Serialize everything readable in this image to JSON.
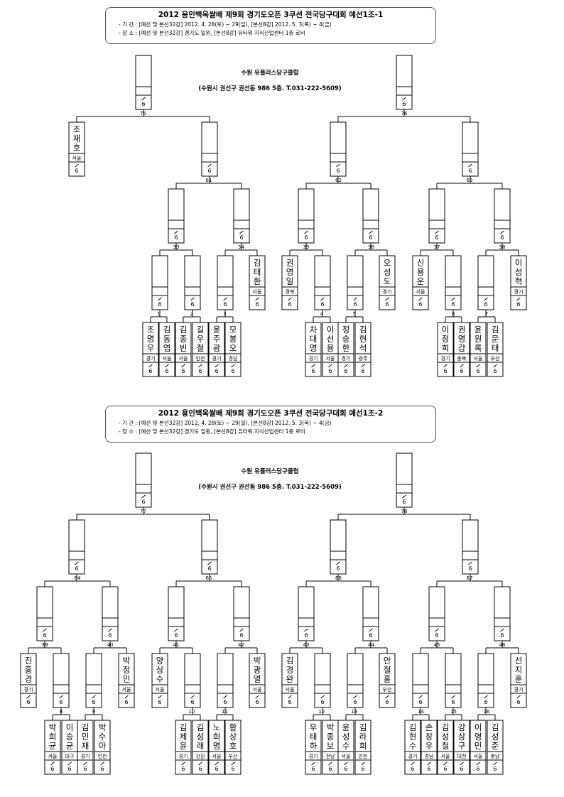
{
  "sections": [
    {
      "title": "2012 용인백옥쌀배 제9회 경기도오픈 3쿠션 전국당구대회 예선1조-1",
      "period": "- 기 간 : [예선 및 본선32강] 2012. 4. 28(토) ~ 29(일), [본선8강] 2012. 5. 3(목) ~ 4(금)",
      "place": "- 장 소 : [예선 및 본선32강] 경기도 일원, [본선8강] 유타워 지식산업센터 1층 로비",
      "venue_name": "수원 유플러스당구클럽",
      "venue_addr": "(수원시 권선구 권선동 986 5층. T.031-222-5609)",
      "matches": [
        "75",
        "76",
        "61",
        "62",
        "63",
        "33",
        "34",
        "35",
        "36",
        "37",
        "38",
        "1",
        "2",
        "3",
        "4",
        "5",
        "6",
        "7"
      ],
      "players": [
        {
          "name": "조재호",
          "region": "서울"
        },
        {
          "name": "김태환",
          "region": "서울"
        },
        {
          "name": "권영일",
          "region": "경북"
        },
        {
          "name": "오성도",
          "region": "경기"
        },
        {
          "name": "신용운",
          "region": "서울"
        },
        {
          "name": "이성혁",
          "region": "경기"
        },
        {
          "name": "조명우",
          "region": "경기"
        },
        {
          "name": "김동엽",
          "region": "서울"
        },
        {
          "name": "김종빈",
          "region": "서울"
        },
        {
          "name": "길우철",
          "region": "인천"
        },
        {
          "name": "윤주광",
          "region": "경기"
        },
        {
          "name": "모봉오",
          "region": "경남"
        },
        {
          "name": "차대명",
          "region": "경기"
        },
        {
          "name": "이선용",
          "region": "서울"
        },
        {
          "name": "정승한",
          "region": "경기"
        },
        {
          "name": "김현석",
          "region": "광주"
        },
        {
          "name": "이정희",
          "region": "경기"
        },
        {
          "name": "권영갑",
          "region": "충북"
        },
        {
          "name": "윤원록",
          "region": "서울"
        },
        {
          "name": "김문태",
          "region": "부산"
        }
      ]
    },
    {
      "title": "2012 용인백옥쌀배 제9회 경기도오픈 3쿠션 전국당구대회 예선1조-2",
      "period": "- 기 간 : [예선 및 본선32강] 2012. 4. 28(토) ~ 29(일), [본선8강] 2012. 5. 3(목) ~ 4(금)",
      "place": "- 장 소 : [예선 및 본선32강] 경기도 일원, [본선8강] 유타워 지식산업센터 1층 로비",
      "venue_name": "수원 유플러스당구클럽",
      "venue_addr": "(수원시 권선구 권선동 986 5층. T.031-222-5609)",
      "matches": [
        "77",
        "78",
        "64",
        "65",
        "66",
        "67",
        "39",
        "40",
        "41",
        "42",
        "43",
        "44",
        "45",
        "46",
        "8",
        "9",
        "10",
        "11",
        "12",
        "13",
        "14",
        "15",
        "16"
      ],
      "players": [
        {
          "name": "진흥경",
          "region": "경기"
        },
        {
          "name": "박정민",
          "region": "서울"
        },
        {
          "name": "양상수",
          "region": "서울"
        },
        {
          "name": "박광열",
          "region": "서울"
        },
        {
          "name": "김경완",
          "region": "서울"
        },
        {
          "name": "안철홍",
          "region": "부산"
        },
        {
          "name": "선지훈",
          "region": "경기"
        },
        {
          "name": "박희균",
          "region": "서울"
        },
        {
          "name": "이승균",
          "region": "대구"
        },
        {
          "name": "김민재",
          "region": "경기"
        },
        {
          "name": "박수아",
          "region": "인천"
        },
        {
          "name": "김제윤",
          "region": "경기"
        },
        {
          "name": "김성래",
          "region": "강원"
        },
        {
          "name": "노희명",
          "region": "서울"
        },
        {
          "name": "황상호",
          "region": "부산"
        },
        {
          "name": "우태하",
          "region": "경기"
        },
        {
          "name": "박종보",
          "region": "전남"
        },
        {
          "name": "윤성수",
          "region": "서울"
        },
        {
          "name": "김라희",
          "region": "인천"
        },
        {
          "name": "김현수",
          "region": "경기"
        },
        {
          "name": "손창우",
          "region": "경남"
        },
        {
          "name": "김성철",
          "region": "서울"
        },
        {
          "name": "강상구",
          "region": "대전"
        },
        {
          "name": "이영민",
          "region": "서울"
        },
        {
          "name": "김성준",
          "region": "충남"
        }
      ]
    }
  ]
}
